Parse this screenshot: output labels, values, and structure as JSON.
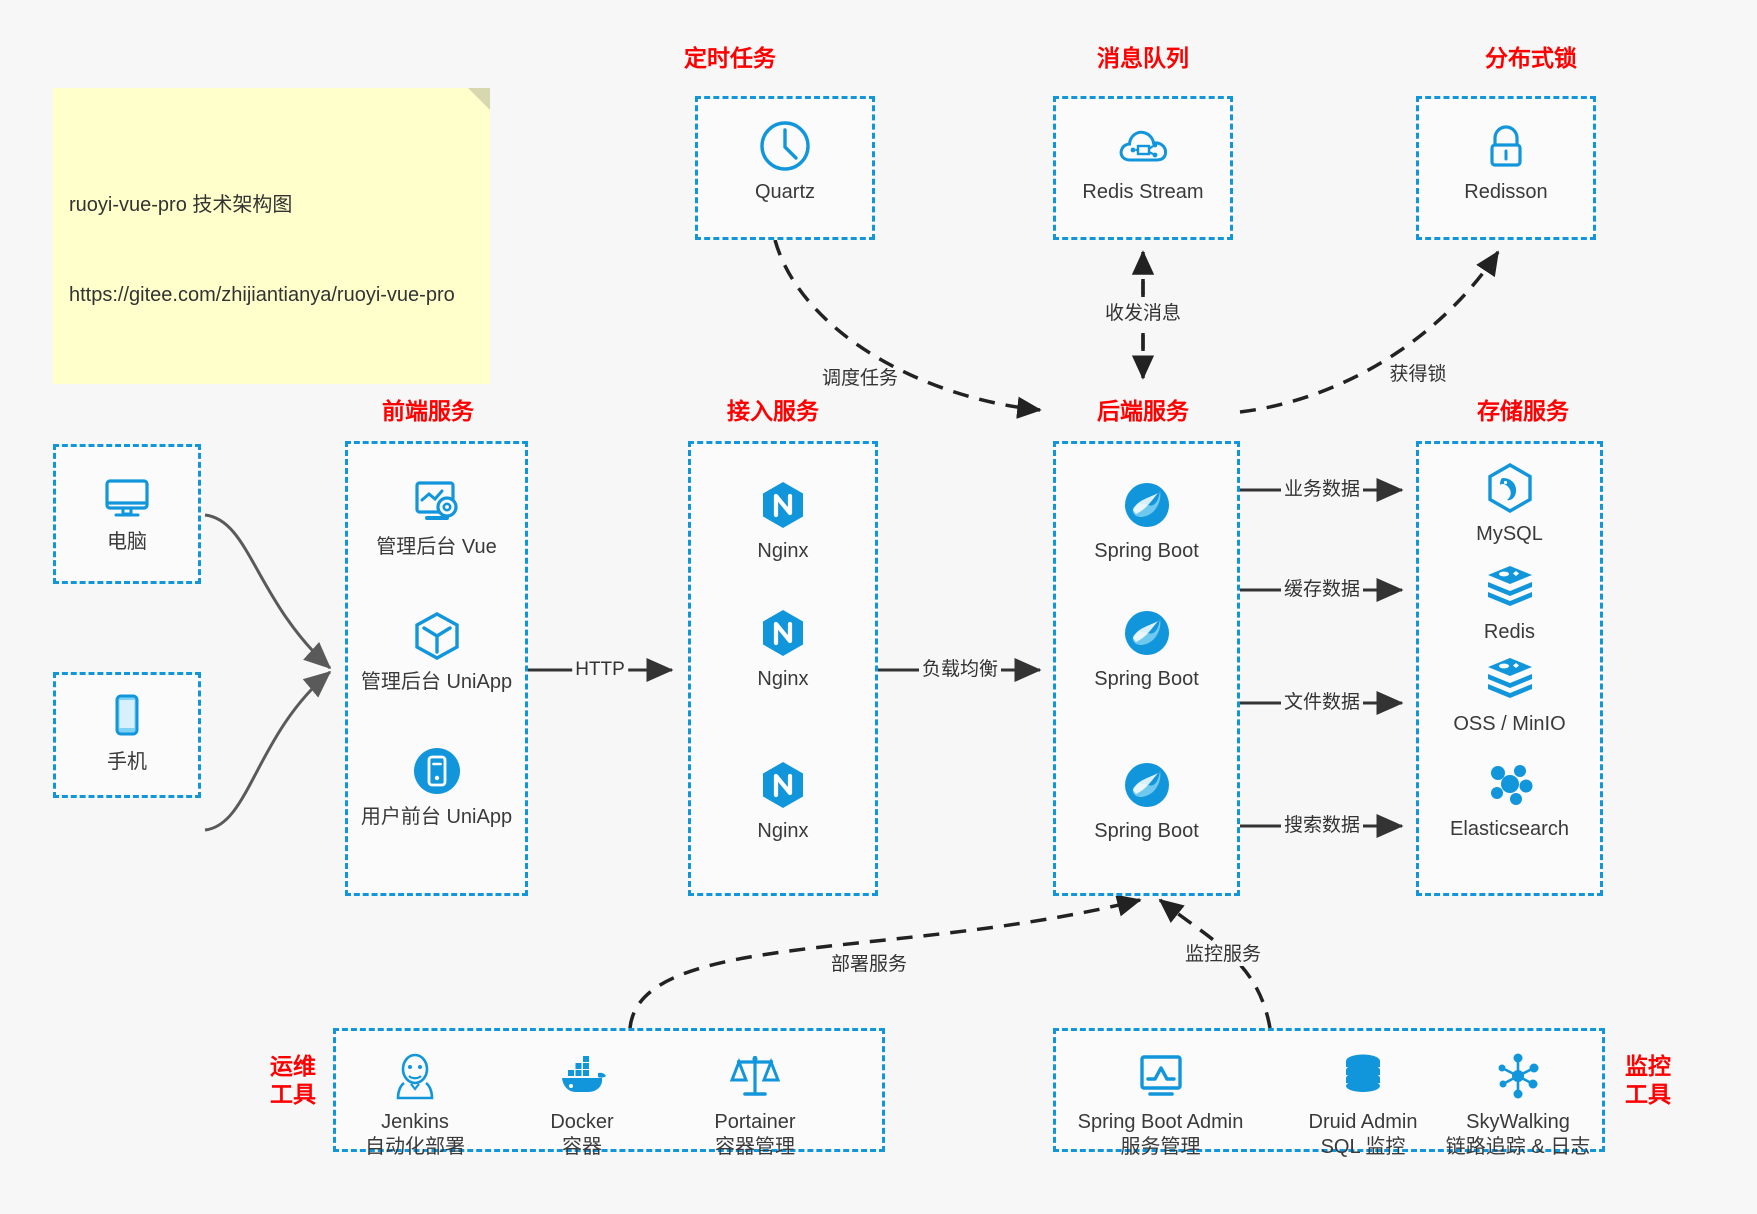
{
  "note": {
    "line1": "ruoyi-vue-pro 技术架构图",
    "line2": "https://gitee.com/zhijiantianya/ruoyi-vue-pro"
  },
  "group_labels": {
    "scheduled_task": "定时任务",
    "message_queue": "消息队列",
    "distributed_lock": "分布式锁",
    "frontend_service": "前端服务",
    "access_service": "接入服务",
    "backend_service": "后端服务",
    "storage_service": "存储服务",
    "ops_tools": "运维\n工具",
    "monitor_tools": "监控\n工具"
  },
  "nodes": {
    "quartz": {
      "label": "Quartz",
      "icon": "clock-icon"
    },
    "redis_stream": {
      "label": "Redis Stream",
      "icon": "cloud-network-icon"
    },
    "redisson": {
      "label": "Redisson",
      "icon": "lock-icon"
    },
    "computer": {
      "label": "电脑",
      "icon": "desktop-icon"
    },
    "phone": {
      "label": "手机",
      "icon": "mobile-icon"
    },
    "admin_vue": {
      "label": "管理后台 Vue",
      "icon": "dashboard-icon"
    },
    "admin_uniapp": {
      "label": "管理后台 UniApp",
      "icon": "cube-icon"
    },
    "user_uniapp": {
      "label": "用户前台 UniApp",
      "icon": "app-icon"
    },
    "nginx_1": {
      "label": "Nginx",
      "icon": "nginx-icon"
    },
    "nginx_2": {
      "label": "Nginx",
      "icon": "nginx-icon"
    },
    "nginx_3": {
      "label": "Nginx",
      "icon": "nginx-icon"
    },
    "spring_boot_1": {
      "label": "Spring Boot",
      "icon": "spring-icon"
    },
    "spring_boot_2": {
      "label": "Spring Boot",
      "icon": "spring-icon"
    },
    "spring_boot_3": {
      "label": "Spring Boot",
      "icon": "spring-icon"
    },
    "mysql": {
      "label": "MySQL",
      "icon": "mysql-icon"
    },
    "redis": {
      "label": "Redis",
      "icon": "redis-icon"
    },
    "oss_minio": {
      "label": "OSS / MinIO",
      "icon": "redis-icon"
    },
    "elasticsearch": {
      "label": "Elasticsearch",
      "icon": "elasticsearch-icon"
    },
    "jenkins": {
      "label": "Jenkins\n自动化部署",
      "icon": "jenkins-icon"
    },
    "docker": {
      "label": "Docker\n容器",
      "icon": "docker-icon"
    },
    "portainer": {
      "label": "Portainer\n容器管理",
      "icon": "scales-icon"
    },
    "spring_boot_admin": {
      "label": "Spring Boot Admin\n服务管理",
      "icon": "monitor-chart-icon"
    },
    "druid_admin": {
      "label": "Druid Admin\nSQL 监控",
      "icon": "database-icon"
    },
    "skywalking": {
      "label": "SkyWalking\n链路追踪 & 日志",
      "icon": "nodes-icon"
    }
  },
  "edge_labels": {
    "schedule_task": "调度任务",
    "send_receive_message": "收发消息",
    "acquire_lock": "获得锁",
    "http": "HTTP",
    "load_balance": "负载均衡",
    "business_data": "业务数据",
    "cache_data": "缓存数据",
    "file_data": "文件数据",
    "search_data": "搜索数据",
    "deploy_service": "部署服务",
    "monitor_service": "监控服务"
  },
  "colors": {
    "accent": "#1296db",
    "label_red": "#ff0000",
    "background": "#f7f7f7",
    "note_bg": "#ffffcc",
    "edge_solid": "#333333",
    "edge_device": "#5a5a5a"
  }
}
